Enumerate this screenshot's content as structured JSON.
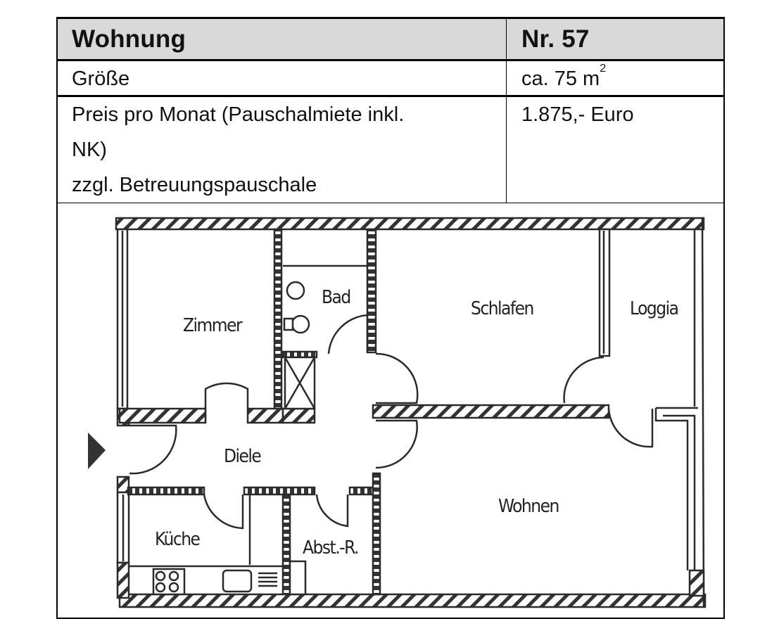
{
  "table": {
    "header": {
      "left": "Wohnung",
      "right": "Nr. 57"
    },
    "size": {
      "label": "Größe",
      "value_prefix": "ca. 75 m",
      "value_sup": "2"
    },
    "price": {
      "label_lines": [
        "Preis pro Monat (Pauschalmiete inkl.",
        "NK)",
        "zzgl. Betreuungspauschale"
      ],
      "value": "1.875,- Euro"
    }
  },
  "floorplan": {
    "rooms": {
      "zimmer": "Zimmer",
      "bad": "Bad",
      "schlafen": "Schlafen",
      "loggia": "Loggia",
      "diele": "Diele",
      "kueche": "Küche",
      "abstellraum": "Abst.-R.",
      "wohnen": "Wohnen"
    },
    "entrance_marker": "entrance-arrow"
  }
}
